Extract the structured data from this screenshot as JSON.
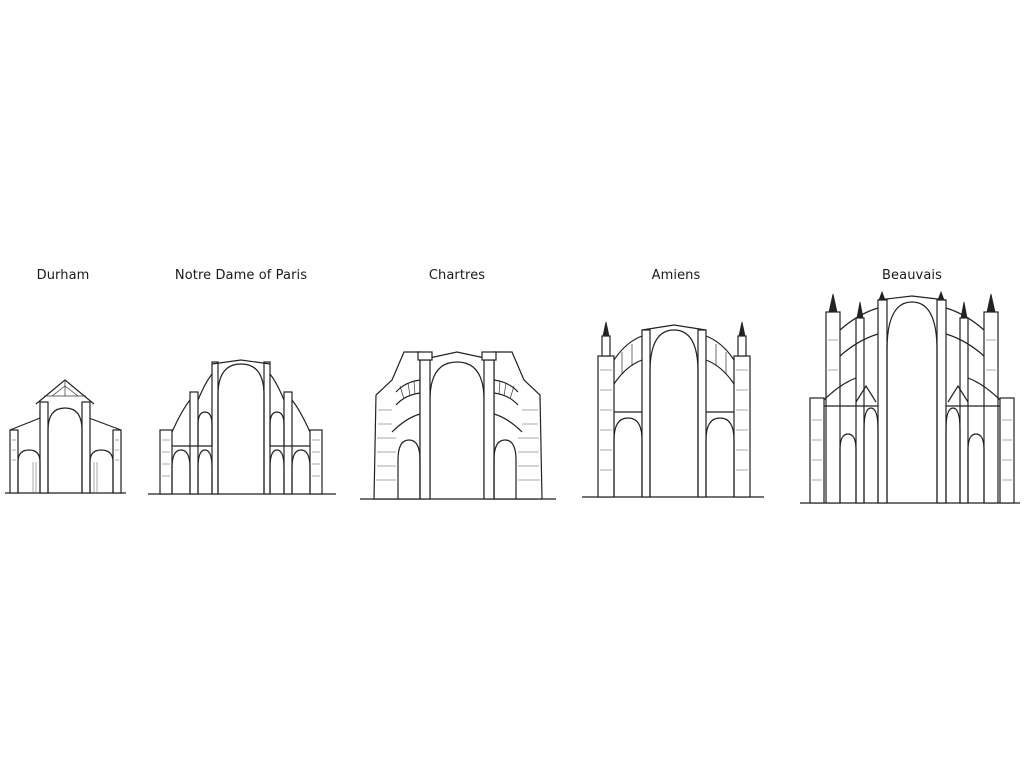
{
  "sections": [
    {
      "name": "Durham"
    },
    {
      "name": "Notre Dame of Paris"
    },
    {
      "name": "Chartres"
    },
    {
      "name": "Amiens"
    },
    {
      "name": "Beauvais"
    }
  ]
}
